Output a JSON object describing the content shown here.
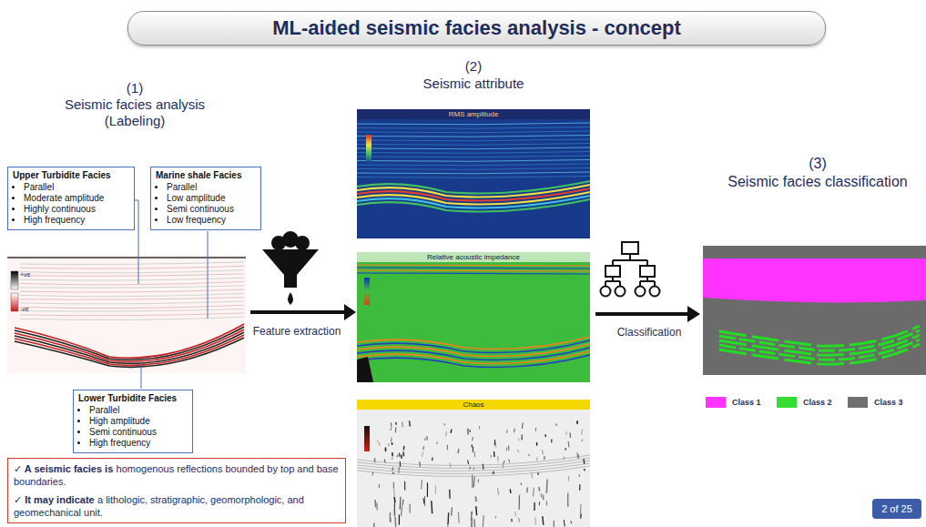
{
  "diagram": {
    "title": "ML-aided seismic facies analysis - concept",
    "nodes": [
      {
        "text": [
          "Upper Turbidite Facies",
          "Parallel",
          "Moderate amplitude",
          "Highly continuous",
          "High frequency"
        ]
      },
      {
        "text": [
          "Marine shale Facies",
          "Parallel",
          "Low amplitude",
          "Semi continuous",
          "Low frequency"
        ]
      },
      {
        "text": [
          "Lower Turbidite Facies",
          "Parallel",
          "High amplitude",
          "Semi continuous",
          "High frequency"
        ]
      },
      {
        "text": [
          "RMS amplitude"
        ]
      },
      {
        "text": [
          "Relative acoustic impedance"
        ]
      },
      {
        "text": [
          "Chaos"
        ]
      },
      {
        "text": [
          "✓ A seismic facies is",
          "homogenous reflections bounded by top and base boundaries.",
          "✓ It may indicate",
          "a lithologic, stratigraphic, geomorphologic, and geomechanical unit."
        ]
      },
      {
        "text": [
          "2 of 25"
        ]
      }
    ],
    "labels": [
      "(1)",
      "Seismic facies analysis (Labeling)",
      "+ve",
      "-ve",
      "Feature extraction",
      "(2)",
      "Seismic attribute",
      "Classification",
      "(3)",
      "Seismic facies classification"
    ],
    "legend": [
      {
        "text": "Class 1",
        "color": "#ff33ff"
      },
      {
        "text": "Class 2",
        "color": "#33dd33"
      },
      {
        "text": "Class 3",
        "color": "#707070"
      }
    ]
  }
}
